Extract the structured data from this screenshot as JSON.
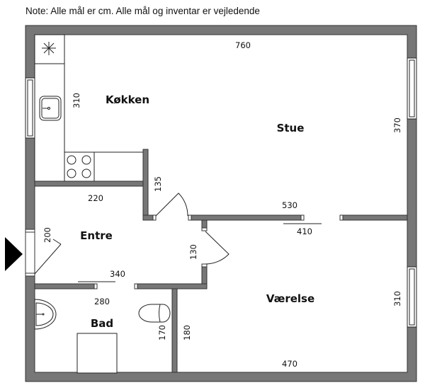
{
  "note": "Note: Alle mål er cm. Alle mål og inventar er vejledende",
  "rooms": {
    "kitchen": "Køkken",
    "living": "Stue",
    "entrance": "Entre",
    "bedroom": "Værelse",
    "bathroom": "Bad"
  },
  "dimensions": {
    "living_width": "760",
    "kitchen_height": "310",
    "living_height": "370",
    "hall_wall": "135",
    "entrance_width": "220",
    "living_inner_wall": "530",
    "bedroom_top": "410",
    "entrance_height": "200",
    "bedroom_door_wall": "130",
    "entrance_bottom": "340",
    "bath_width": "280",
    "bath_height": "170",
    "bedroom_left": "180",
    "bedroom_height": "310",
    "bedroom_width": "470"
  },
  "colors": {
    "wall": "#777777",
    "outline": "#333333"
  }
}
